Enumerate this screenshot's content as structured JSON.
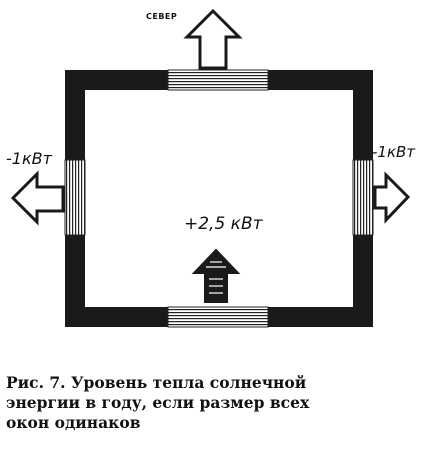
{
  "figure": {
    "labels": {
      "north": "СЕВЕР",
      "west_loss": "-1кВт",
      "east_loss": "-1кВт",
      "south_gain": "+2,5 кВт"
    },
    "caption": {
      "line1": "Рис. 7. Уровень тепла солнечной",
      "line2": "энергии в году, если размер всех",
      "line3": "окон одинаков"
    }
  }
}
